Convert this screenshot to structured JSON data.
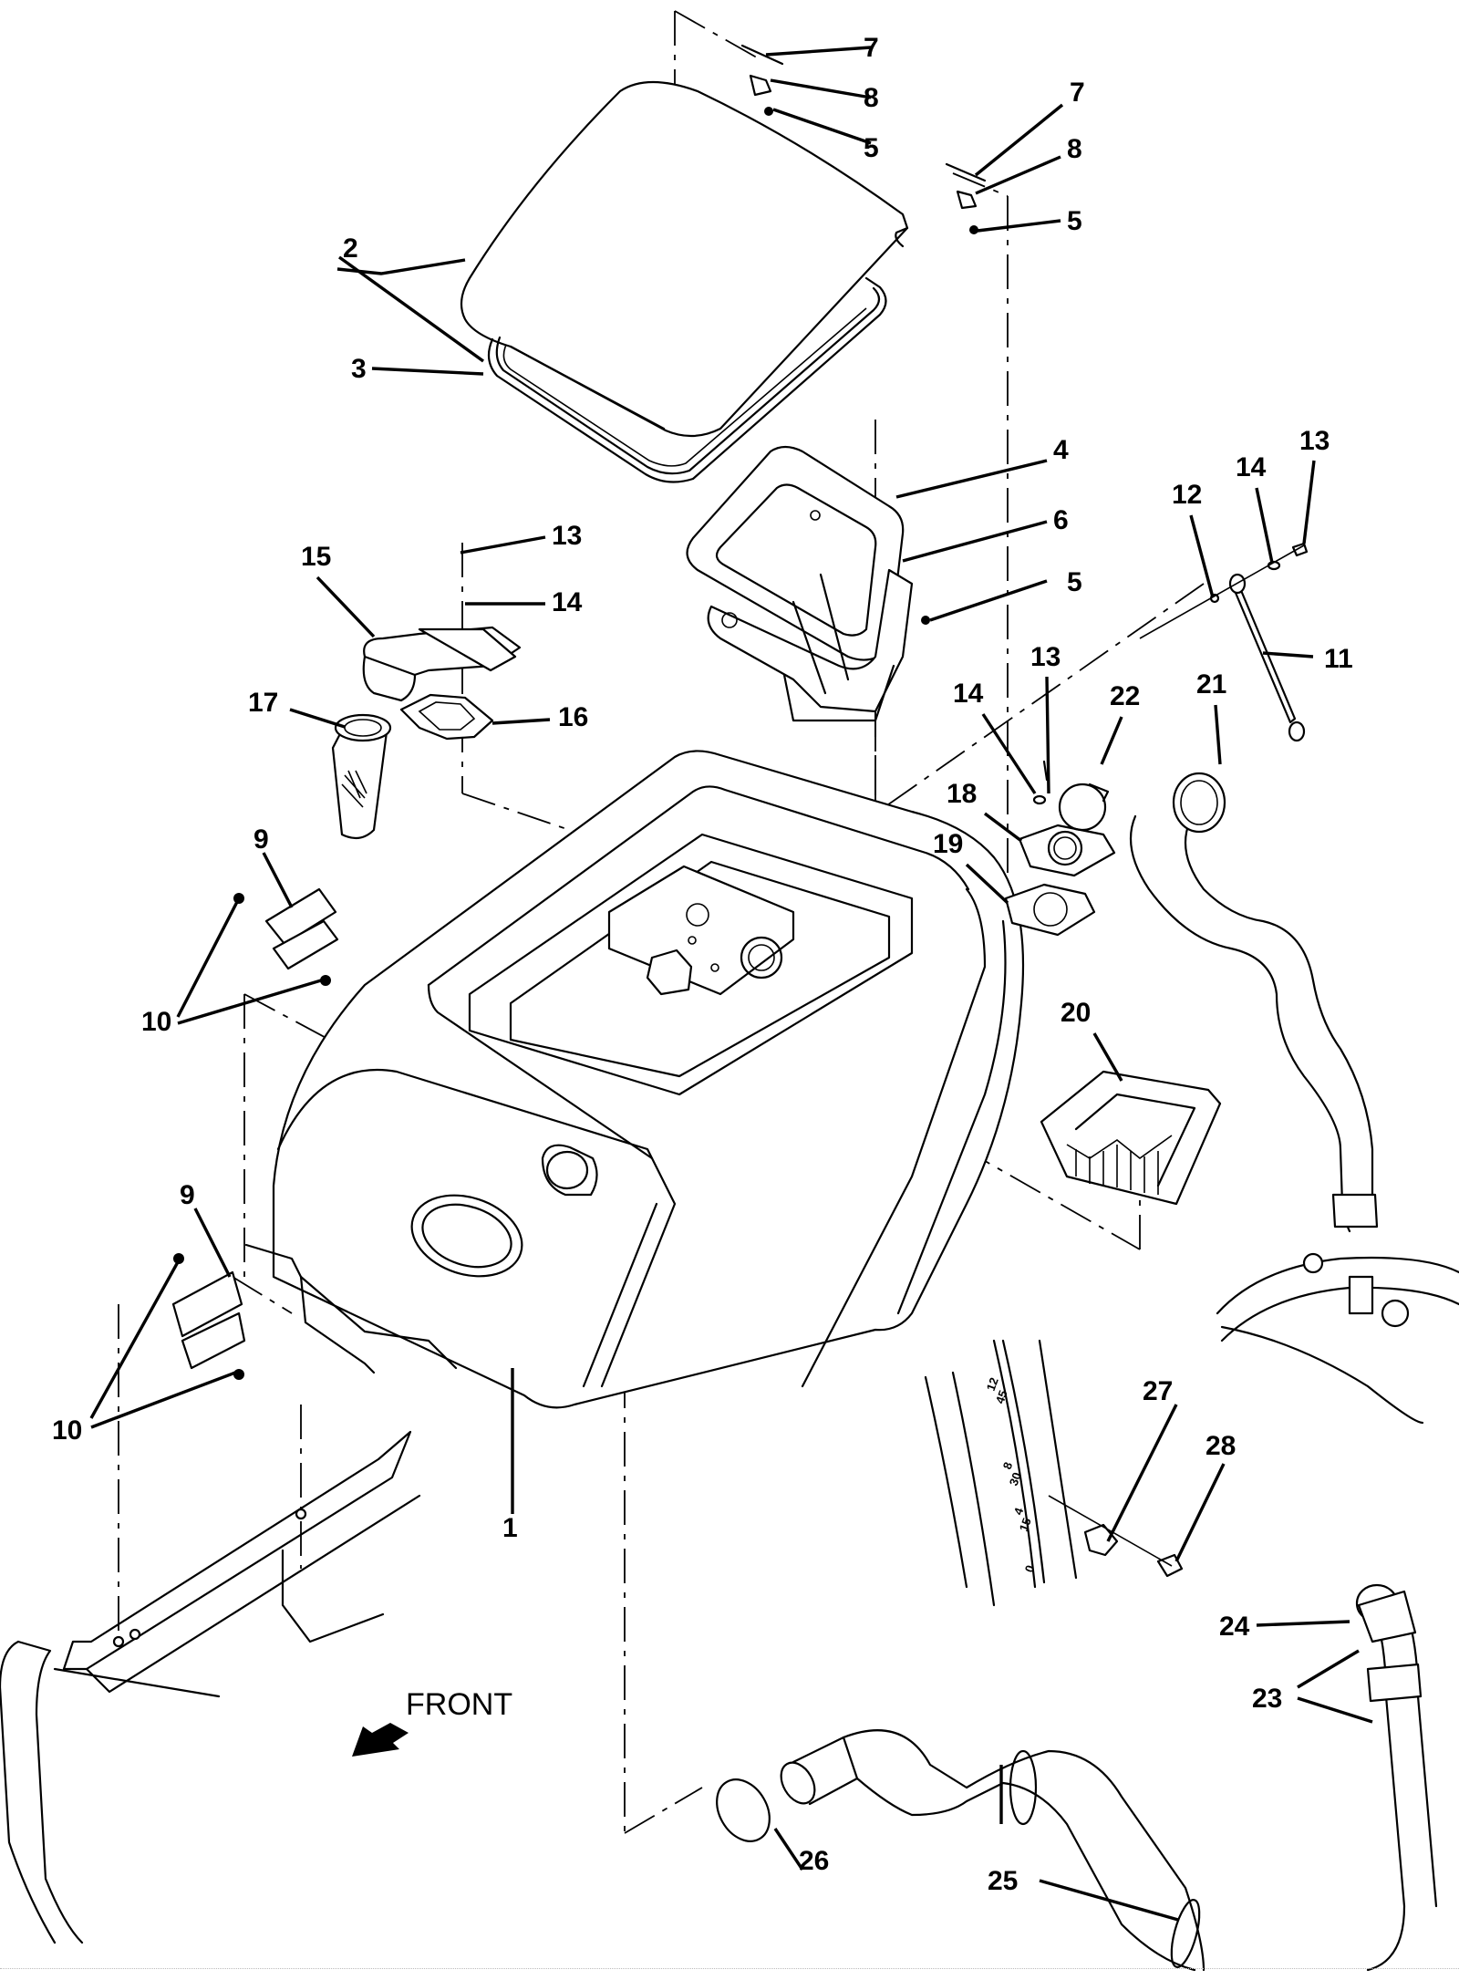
{
  "diagram": {
    "type": "exploded parts diagram",
    "direction_label": "FRONT",
    "callouts": [
      {
        "id": "c1",
        "label": "1"
      },
      {
        "id": "c2",
        "label": "2"
      },
      {
        "id": "c3",
        "label": "3"
      },
      {
        "id": "c4",
        "label": "4"
      },
      {
        "id": "c5a",
        "label": "5"
      },
      {
        "id": "c5b",
        "label": "5"
      },
      {
        "id": "c5c",
        "label": "5"
      },
      {
        "id": "c6",
        "label": "6"
      },
      {
        "id": "c7a",
        "label": "7"
      },
      {
        "id": "c7b",
        "label": "7"
      },
      {
        "id": "c8a",
        "label": "8"
      },
      {
        "id": "c8b",
        "label": "8"
      },
      {
        "id": "c9a",
        "label": "9"
      },
      {
        "id": "c9b",
        "label": "9"
      },
      {
        "id": "c10a",
        "label": "10"
      },
      {
        "id": "c10b",
        "label": "10"
      },
      {
        "id": "c11",
        "label": "11"
      },
      {
        "id": "c12",
        "label": "12"
      },
      {
        "id": "c13a",
        "label": "13"
      },
      {
        "id": "c13b",
        "label": "13"
      },
      {
        "id": "c13c",
        "label": "13"
      },
      {
        "id": "c14a",
        "label": "14"
      },
      {
        "id": "c14b",
        "label": "14"
      },
      {
        "id": "c14c",
        "label": "14"
      },
      {
        "id": "c15",
        "label": "15"
      },
      {
        "id": "c16",
        "label": "16"
      },
      {
        "id": "c17",
        "label": "17"
      },
      {
        "id": "c18",
        "label": "18"
      },
      {
        "id": "c19",
        "label": "19"
      },
      {
        "id": "c20",
        "label": "20"
      },
      {
        "id": "c21",
        "label": "21"
      },
      {
        "id": "c22",
        "label": "22"
      },
      {
        "id": "c23",
        "label": "23"
      },
      {
        "id": "c24",
        "label": "24"
      },
      {
        "id": "c25",
        "label": "25"
      },
      {
        "id": "c26",
        "label": "26"
      },
      {
        "id": "c27",
        "label": "27"
      },
      {
        "id": "c28",
        "label": "28"
      }
    ],
    "gauge_marks": [
      "12",
      "45",
      "8",
      "30",
      "4",
      "15",
      "0"
    ]
  }
}
